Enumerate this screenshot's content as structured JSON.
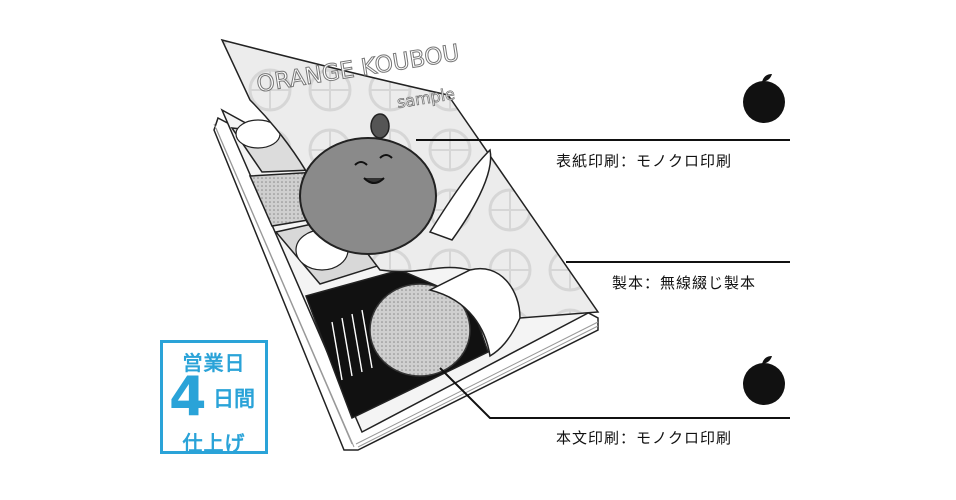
{
  "cover": {
    "title": "ORANGE KOUBOU",
    "subtitle": "sample"
  },
  "labels": {
    "cover_print": "表紙印刷：モノクロ印刷",
    "binding": "製本：無線綴じ製本",
    "body_print": "本文印刷：モノクロ印刷"
  },
  "badge": {
    "top": "営業日",
    "number": "4",
    "unit": "日間",
    "bottom": "仕上げ"
  },
  "colors": {
    "accent": "#2aa3d8",
    "ink": "#111111"
  },
  "icons": [
    "orange-icon",
    "orange-icon"
  ]
}
